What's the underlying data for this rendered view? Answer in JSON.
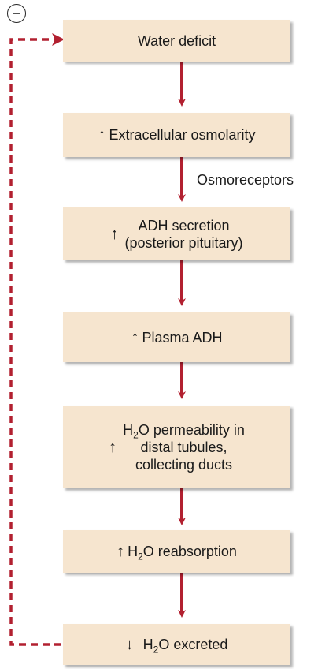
{
  "inhibit_symbol": "−",
  "side_label": "Osmoreceptors",
  "boxes": {
    "b1": {
      "text": "Water deficit"
    },
    "b2": {
      "arrow": "↑",
      "text": "Extracellular osmolarity"
    },
    "b3": {
      "arrow": "↑",
      "line1": "ADH secretion",
      "line2": "(posterior pituitary)"
    },
    "b4": {
      "arrow": "↑",
      "text": "Plasma ADH"
    },
    "b5": {
      "arrow": "↑",
      "h": "H",
      "sub": "2",
      "rest": "O permeability in",
      "line2": "distal tubules,",
      "line3": "collecting ducts"
    },
    "b6": {
      "arrow": "↑",
      "h": "H",
      "sub": "2",
      "rest": "O reabsorption"
    },
    "b7": {
      "arrow": "↓",
      "h": "H",
      "sub": "2",
      "rest": "O excreted"
    }
  },
  "colors": {
    "box_fill": "#f6e5cf",
    "arrow": "#b22030",
    "feedback": "#b22030"
  }
}
